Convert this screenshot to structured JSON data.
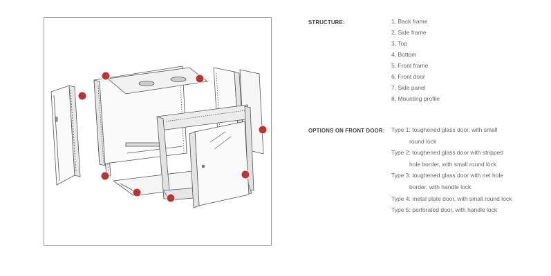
{
  "diagram": {
    "callouts": [
      {
        "id": "callout-1",
        "label": "1"
      },
      {
        "id": "callout-2",
        "label": "2"
      },
      {
        "id": "callout-3",
        "label": "3"
      },
      {
        "id": "callout-4",
        "label": "4"
      },
      {
        "id": "callout-5",
        "label": "5"
      },
      {
        "id": "callout-6",
        "label": "6"
      },
      {
        "id": "callout-7",
        "label": "7"
      },
      {
        "id": "callout-8",
        "label": "8"
      }
    ],
    "accent_color": "#d42a2a",
    "line_color": "#555555"
  },
  "structure": {
    "heading": "STRUCTURE:",
    "items": [
      "1, Back frame",
      "2, Side frame",
      "3, Top",
      "4, Bottom",
      "5, Front frame",
      "6, Front door",
      "7, Side panel",
      "8, Mounting profile"
    ]
  },
  "options": {
    "heading": "OPTIONS ON FRONT DOOR:",
    "lines": [
      "Type 1: toughened glass door, with  small",
      "round lock",
      "Type 2: toughened glass door with stripped",
      "hole border, with small round lock",
      "Type 3: toughened glass door with net hole",
      "border, with handle lock",
      "Type 4: metal plate door, with small round lock",
      "Type 5: perforated door, with handle lock"
    ]
  }
}
